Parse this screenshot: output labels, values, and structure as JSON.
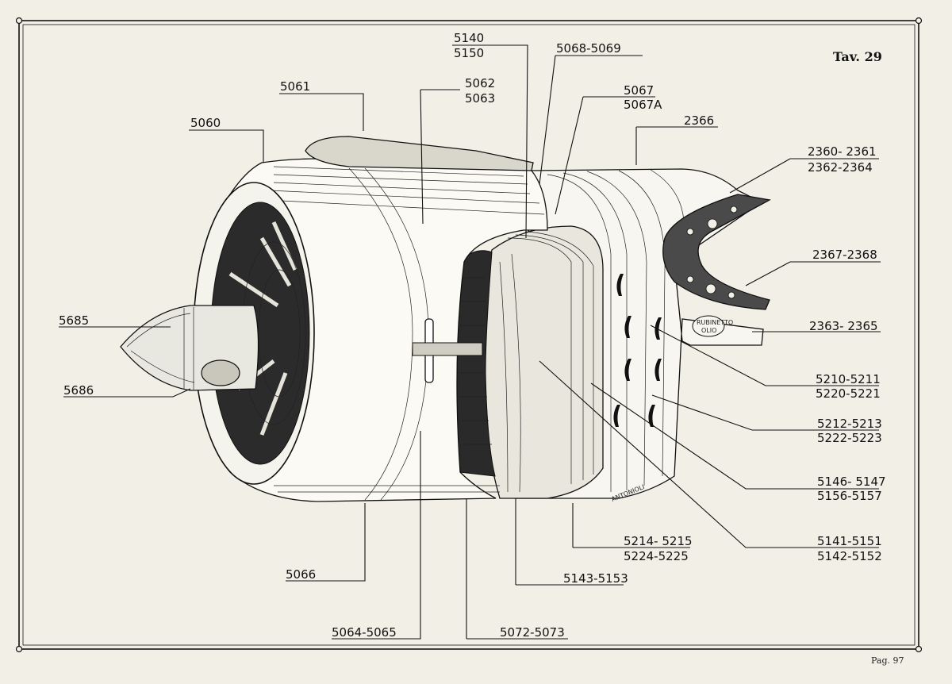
{
  "plate": "Tav. 29",
  "page_number": "Pag. 97",
  "signature": "ANTONIOLI",
  "nameplate": [
    "RUBINETTO",
    "OLIO"
  ],
  "labels": {
    "l5140": [
      "5140",
      "5150"
    ],
    "l5068": "5068-5069",
    "l5061": "5061",
    "l5062": [
      "5062",
      "5063"
    ],
    "l5067": [
      "5067",
      "5067A"
    ],
    "l5060": "5060",
    "l2366": "2366",
    "l2360": [
      "2360- 2361",
      "2362-2364"
    ],
    "l2367": "2367-2368",
    "l5685": "5685",
    "l2363": "2363- 2365",
    "l5686": "5686",
    "l5210": [
      "5210-5211",
      "5220-5221"
    ],
    "l5212": [
      "5212-5213",
      "5222-5223"
    ],
    "l5146": [
      "5146- 5147",
      "5156-5157"
    ],
    "l5214": [
      "5214- 5215",
      "5224-5225"
    ],
    "l5141": [
      "5141-5151",
      "5142-5152"
    ],
    "l5066": "5066",
    "l5143": "5143-5153",
    "l5064": "5064-5065",
    "l5072": "5072-5073"
  },
  "colors": {
    "paper": "#f1efe6",
    "ink": "#111111"
  }
}
